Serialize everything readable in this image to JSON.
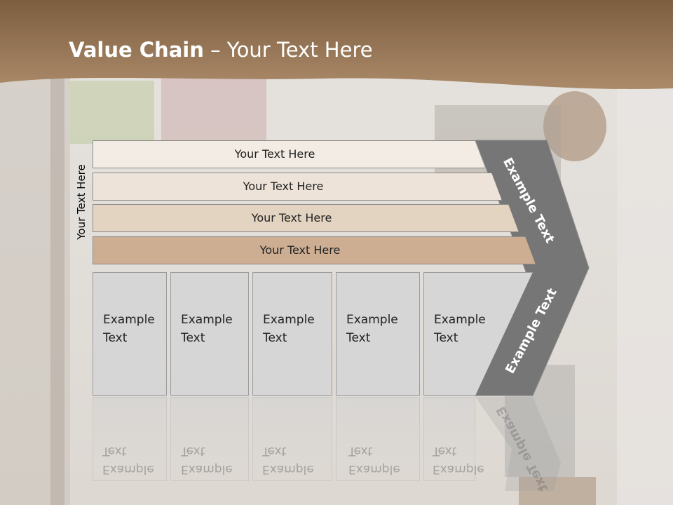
{
  "slide": {
    "title_bold": "Value Chain",
    "title_rest": " – Your Text Here",
    "side_label": "Your Text Here",
    "rows": [
      {
        "label": "Your Text Here",
        "color": "#f3ece4"
      },
      {
        "label": "Your Text Here",
        "color": "#ede3d9"
      },
      {
        "label": "Your Text Here",
        "color": "#e3d3c1"
      },
      {
        "label": "Your Text Here",
        "color": "#cdae93"
      }
    ],
    "columns": [
      {
        "line1": "Example",
        "line2": "Text"
      },
      {
        "line1": "Example",
        "line2": "Text"
      },
      {
        "line1": "Example",
        "line2": "Text"
      },
      {
        "line1": "Example",
        "line2": "Text"
      },
      {
        "line1": "Example",
        "line2": "Text"
      }
    ],
    "chevron_top_label": "Example Text",
    "chevron_bottom_label": "Example Text",
    "colors": {
      "header_brown": "#a0805f",
      "chevron_gray": "#767676",
      "cell_gray": "#d6d6d6"
    }
  }
}
